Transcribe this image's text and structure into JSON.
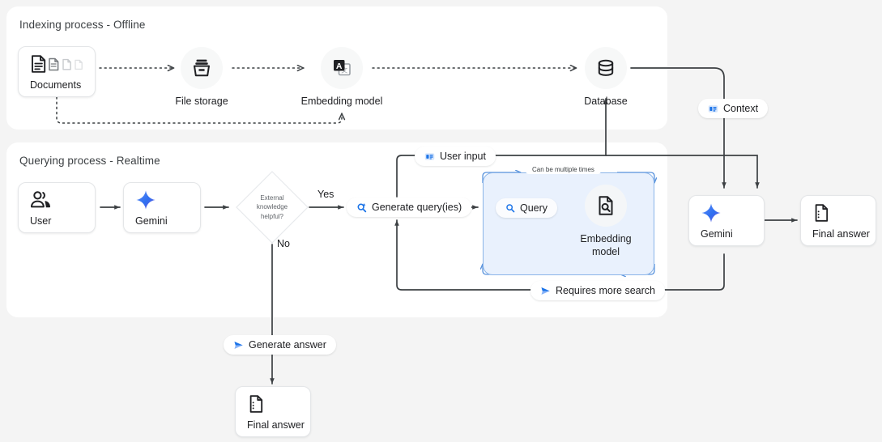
{
  "canvas": {
    "background_color": "#f4f4f4",
    "panel_color": "#ffffff",
    "accent_blue": "#1a73e8",
    "loop_fill": "#e9f1fd",
    "loop_border": "#8ab4e8",
    "line_color": "#3c4043"
  },
  "panels": {
    "indexing": {
      "title": "Indexing process - Offline"
    },
    "querying": {
      "title": "Querying process - Realtime"
    }
  },
  "indexing_nodes": {
    "documents": {
      "label": "Documents",
      "icon": "documents-stack-icon"
    },
    "file_storage": {
      "label": "File storage",
      "icon": "archive-box-icon"
    },
    "embedding_model": {
      "label": "Embedding model",
      "icon": "translate-icon"
    },
    "database": {
      "label": "Database",
      "icon": "database-cylinder-icon"
    }
  },
  "querying_nodes": {
    "user": {
      "label": "User",
      "icon": "user-group-icon"
    },
    "gemini_left": {
      "label": "Gemini",
      "icon": "gemini-sparkle-icon"
    },
    "decision": {
      "line1": "External",
      "line2": "knowledge",
      "line3": "helpful?"
    },
    "embedding_model_query": {
      "label": "Embedding\nmodel",
      "icon": "document-search-icon"
    },
    "gemini_right": {
      "label": "Gemini",
      "icon": "gemini-sparkle-icon"
    },
    "final_answer_right": {
      "label": "Final answer",
      "icon": "document-list-icon"
    },
    "final_answer_bottom": {
      "label": "Final answer",
      "icon": "document-list-icon"
    }
  },
  "pills": {
    "context": {
      "label": "Context",
      "icon": "context-card-icon"
    },
    "user_input": {
      "label": "User input",
      "icon": "input-card-icon"
    },
    "generate_queries": {
      "label": "Generate query(ies)",
      "icon": "query-search-icon"
    },
    "query": {
      "label": "Query",
      "icon": "search-icon"
    },
    "requires_more_search": {
      "label": "Requires more search",
      "icon": "send-play-icon"
    },
    "generate_answer": {
      "label": "Generate answer",
      "icon": "send-play-icon"
    }
  },
  "edge_labels": {
    "yes": "Yes",
    "no": "No",
    "loop_caption": "Can be multiple times"
  }
}
